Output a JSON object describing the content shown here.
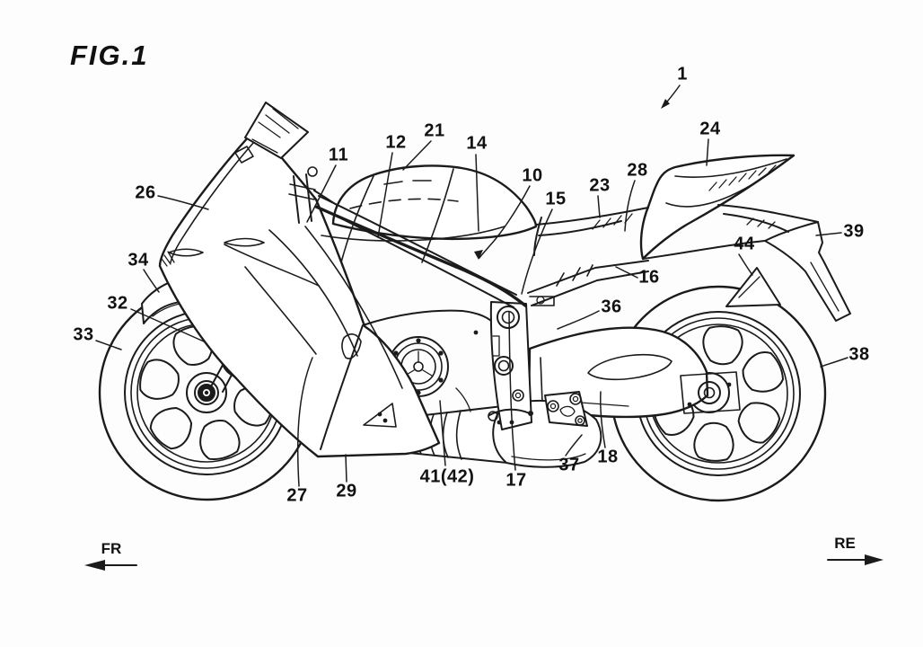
{
  "figure": {
    "title": "FIG.1"
  },
  "directions": {
    "front": "FR",
    "rear": "RE"
  },
  "reference_labels": [
    {
      "text": "1"
    },
    {
      "text": "10"
    },
    {
      "text": "11"
    },
    {
      "text": "12"
    },
    {
      "text": "14"
    },
    {
      "text": "15"
    },
    {
      "text": "16"
    },
    {
      "text": "17"
    },
    {
      "text": "18"
    },
    {
      "text": "21"
    },
    {
      "text": "23"
    },
    {
      "text": "24"
    },
    {
      "text": "26"
    },
    {
      "text": "27"
    },
    {
      "text": "28"
    },
    {
      "text": "29"
    },
    {
      "text": "32"
    },
    {
      "text": "33"
    },
    {
      "text": "34"
    },
    {
      "text": "36"
    },
    {
      "text": "37"
    },
    {
      "text": "38"
    },
    {
      "text": "39"
    },
    {
      "text": "41(42)"
    },
    {
      "text": "44"
    }
  ],
  "colors": {
    "ink": "#1b1b1b",
    "background": "#ffffff"
  }
}
